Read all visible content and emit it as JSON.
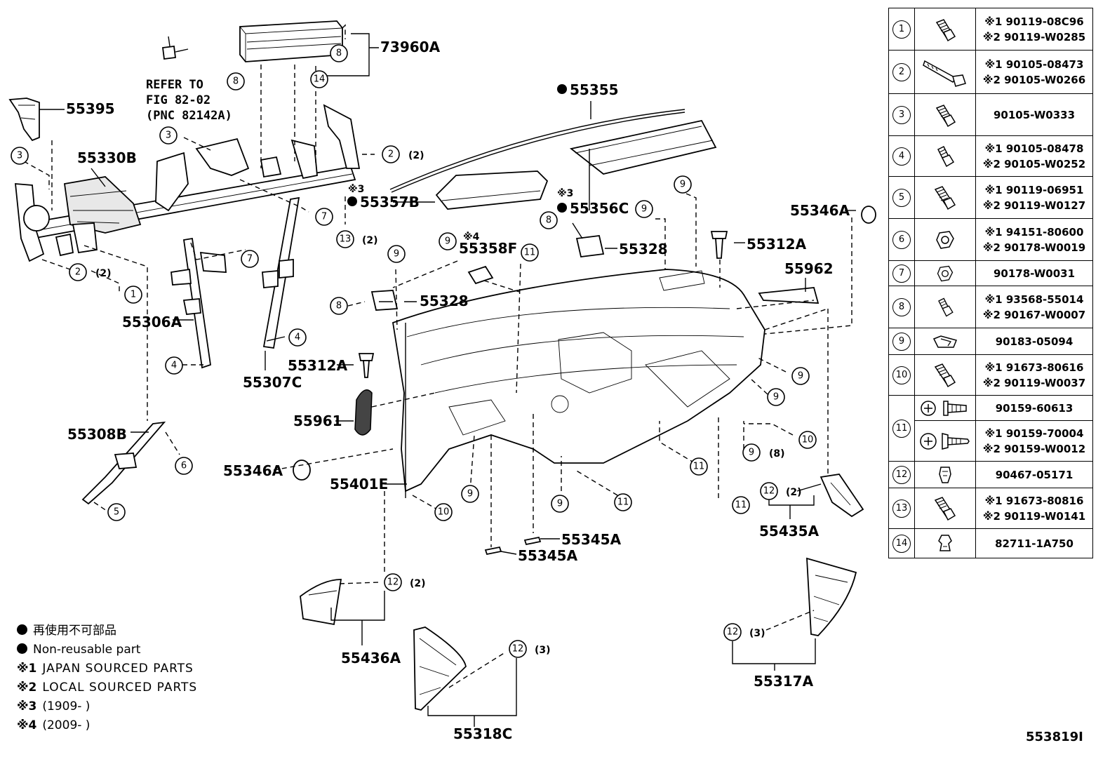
{
  "parts": {
    "p73960A": "73960A",
    "p55395": "55395",
    "p55330B": "55330B",
    "p55306A": "55306A",
    "p55307C": "55307C",
    "p55308B": "55308B",
    "p55355": "55355",
    "p55357B": "55357B",
    "p55356C": "55356C",
    "p55358F": "55358F",
    "p55328a": "55328",
    "p55328b": "55328",
    "p55312Aa": "55312A",
    "p55312Ab": "55312A",
    "p55346Aa": "55346A",
    "p55346Ab": "55346A",
    "p55962": "55962",
    "p55961": "55961",
    "p55401E": "55401E",
    "p55345Aa": "55345A",
    "p55345Ab": "55345A",
    "p55435A": "55435A",
    "p55436A": "55436A",
    "p55318C": "55318C",
    "p55317A": "55317A"
  },
  "marks": {
    "m3": "※3",
    "m4": "※4"
  },
  "refer": {
    "line1": "REFER TO",
    "line2": "FIG 82-02",
    "line3": "(PNC 82142A)"
  },
  "qty": {
    "q2": "(2)",
    "q3": "(3)",
    "q8": "(8)"
  },
  "callout_nums": [
    "1",
    "2",
    "3",
    "4",
    "5",
    "6",
    "7",
    "8",
    "9",
    "10",
    "11",
    "12",
    "13",
    "14"
  ],
  "fasteners": [
    {
      "no": "1",
      "icon": "flange-bolt-icon",
      "lines": [
        "※1 90119-08C96",
        "※2 90119-W0285"
      ]
    },
    {
      "no": "2",
      "icon": "long-bolt-icon",
      "lines": [
        "※1 90105-08473",
        "※2 90105-W0266"
      ]
    },
    {
      "no": "3",
      "icon": "flange-bolt-icon",
      "lines": [
        "90105-W0333"
      ]
    },
    {
      "no": "4",
      "icon": "flange-bolt-icon",
      "lines": [
        "※1 90105-08478",
        "※2 90105-W0252"
      ]
    },
    {
      "no": "5",
      "icon": "flange-bolt-icon",
      "lines": [
        "※1 90119-06951",
        "※2 90119-W0127"
      ]
    },
    {
      "no": "6",
      "icon": "hex-nut-icon",
      "lines": [
        "※1 94151-80600",
        "※2 90178-W0019"
      ]
    },
    {
      "no": "7",
      "icon": "hex-nut-icon",
      "lines": [
        "90178-W0031"
      ]
    },
    {
      "no": "8",
      "icon": "flange-bolt-icon",
      "lines": [
        "※1 93568-55014",
        "※2 90167-W0007"
      ]
    },
    {
      "no": "9",
      "icon": "speed-nut-icon",
      "lines": [
        "90183-05094"
      ]
    },
    {
      "no": "10",
      "icon": "flange-bolt-icon",
      "lines": [
        "※1 91673-80616",
        "※2 90119-W0037"
      ]
    },
    {
      "no": "11a",
      "icon": "screw-side-icon",
      "lines": [
        "90159-60613"
      ]
    },
    {
      "no": "11b",
      "icon": "screw-side-icon",
      "lines": [
        "※1 90159-70004",
        "※2 90159-W0012"
      ]
    },
    {
      "no": "12",
      "icon": "clip-icon",
      "lines": [
        "90467-05171"
      ]
    },
    {
      "no": "13",
      "icon": "flange-bolt-icon",
      "lines": [
        "※1 91673-80816",
        "※2 90119-W0141"
      ]
    },
    {
      "no": "14",
      "icon": "clip-icon",
      "lines": [
        "82711-1A750"
      ]
    }
  ],
  "table_nos": {
    "n1": "1",
    "n2": "2",
    "n3": "3",
    "n4": "4",
    "n5": "5",
    "n6": "6",
    "n7": "7",
    "n8": "8",
    "n9": "9",
    "n10": "10",
    "n11": "11",
    "n12": "12",
    "n13": "13",
    "n14": "14"
  },
  "legend": {
    "jp": "再使用不可部品",
    "en": "Non-reusable part",
    "note1": "JAPAN SOURCED PARTS",
    "note2": "LOCAL SOURCED PARTS",
    "note3": "(1909-        )",
    "note4": "(2009-        )",
    "mk1": "※1",
    "mk2": "※2",
    "mk3": "※3",
    "mk4": "※4"
  },
  "figure_code": "553819I"
}
